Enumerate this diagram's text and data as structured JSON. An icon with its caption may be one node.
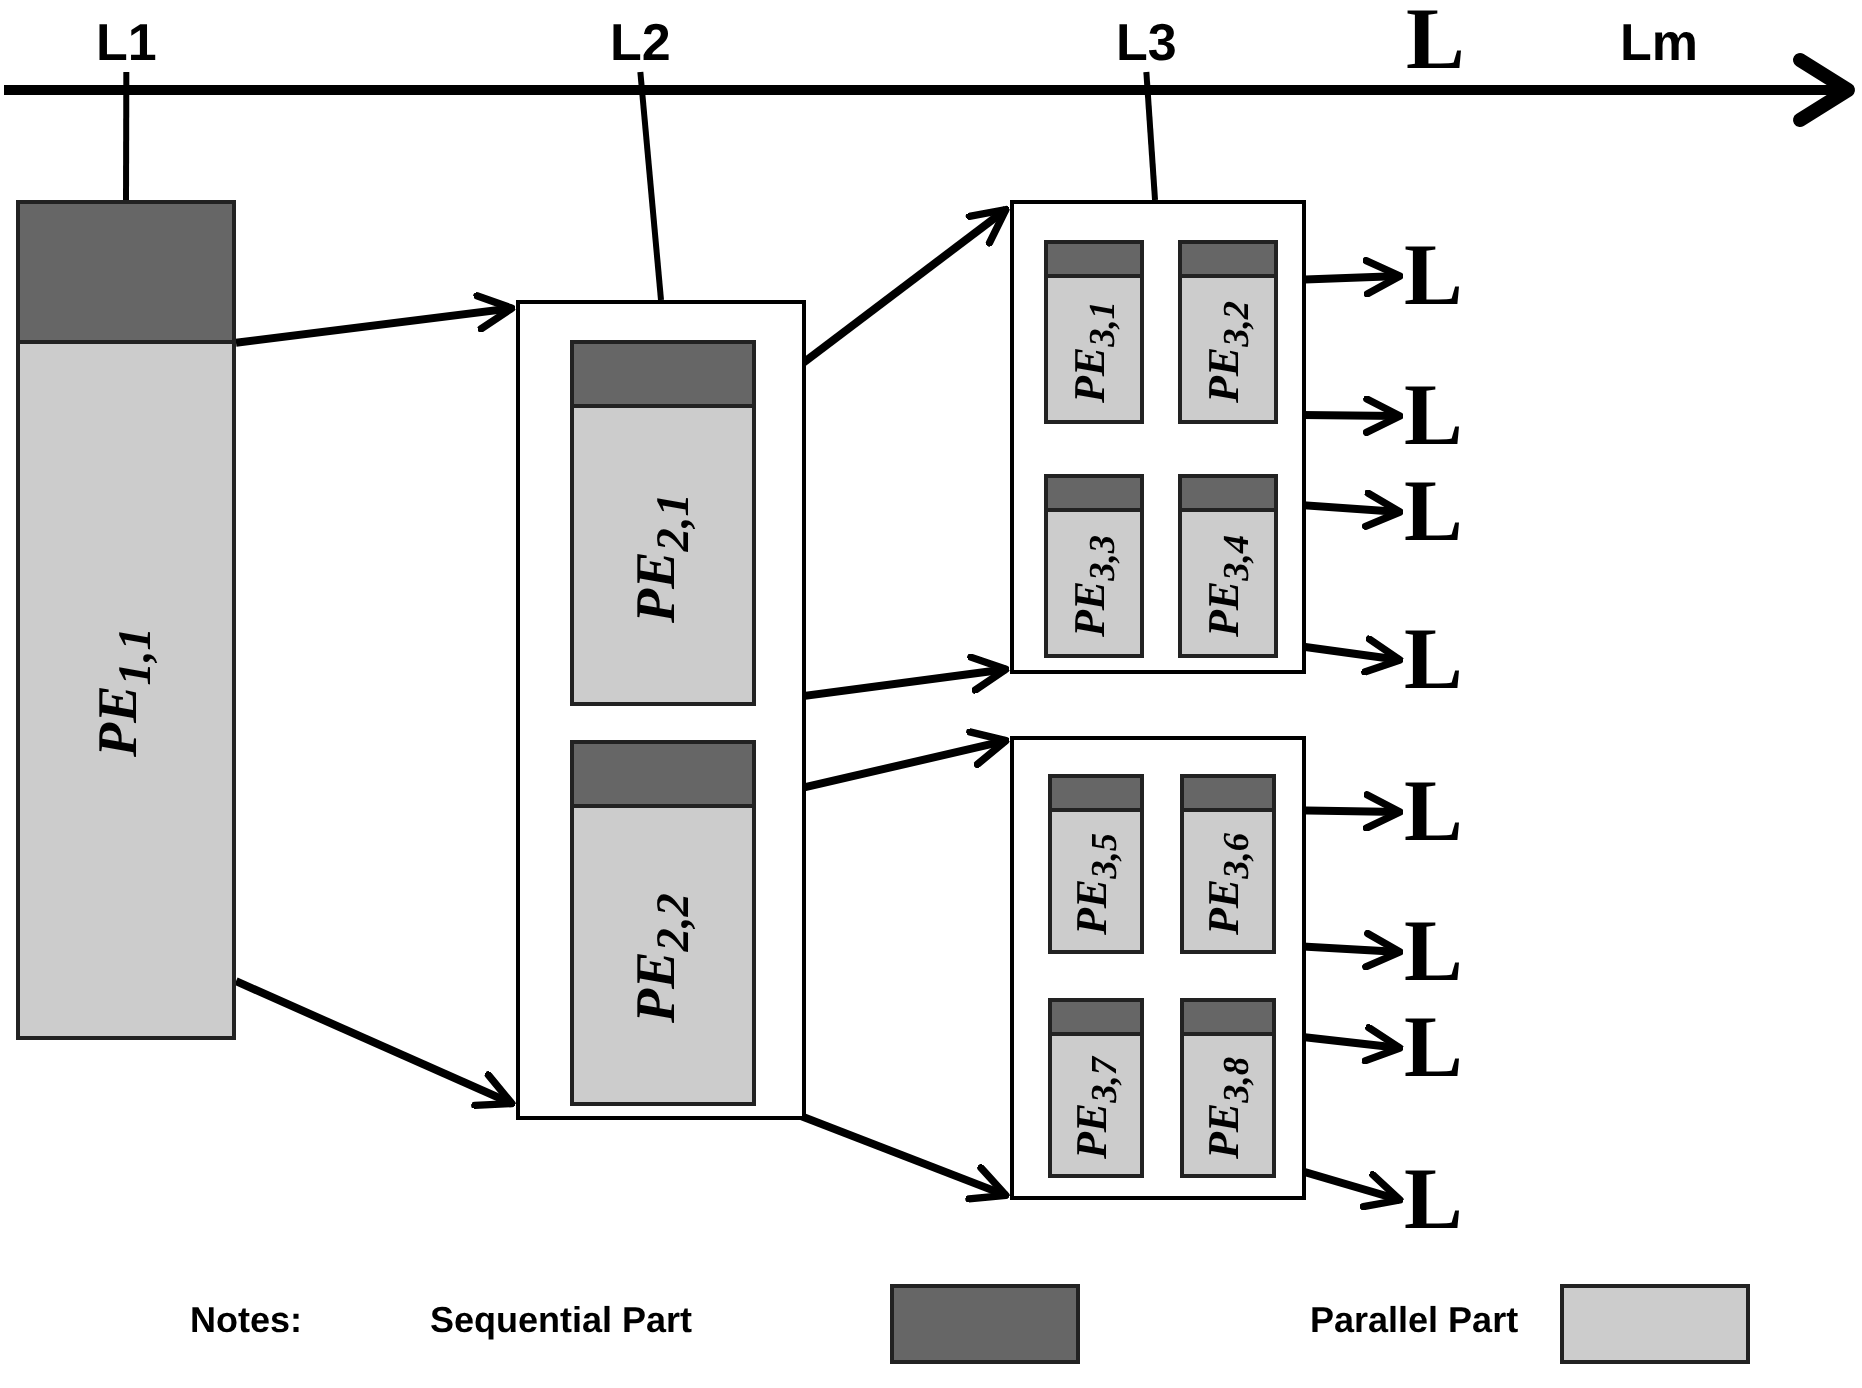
{
  "diagram": {
    "nodes": [
      {
        "text": [
          "L1"
        ]
      },
      {
        "text": [
          "L2"
        ]
      },
      {
        "text": [
          "L3"
        ]
      },
      {
        "text": [
          "PE$_{1,1}$"
        ]
      },
      {
        "text": [],
        "shape": "box"
      },
      {
        "text": [
          "PE$_{2,1}$"
        ],
        "in": 4
      },
      {
        "text": [
          "PE$_{2,2}$"
        ],
        "in": 4
      },
      {
        "text": [],
        "shape": "box"
      },
      {
        "text": [
          "PE$_{3,1}$"
        ],
        "in": 7
      },
      {
        "text": [
          "PE$_{3,2}$"
        ],
        "in": 7
      },
      {
        "text": [
          "PE$_{3,3}$"
        ],
        "in": 7
      },
      {
        "text": [
          "PE$_{3,4}$"
        ],
        "in": 7
      },
      {
        "text": [],
        "shape": "box"
      },
      {
        "text": [
          "PE$_{3,5}$"
        ],
        "in": 12
      },
      {
        "text": [
          "PE$_{3,6}$"
        ],
        "in": 12
      },
      {
        "text": [
          "PE$_{3,7}$"
        ],
        "in": 12
      },
      {
        "text": [
          "PE$_{3,8}$"
        ],
        "in": 12
      },
      {
        "text": [
          "L"
        ]
      },
      {
        "text": [
          "L"
        ]
      },
      {
        "text": [
          "L"
        ]
      },
      {
        "text": [
          "L"
        ]
      },
      {
        "text": [
          "L"
        ]
      },
      {
        "text": [
          "L"
        ]
      },
      {
        "text": [
          "L"
        ]
      },
      {
        "text": [
          "L"
        ]
      }
    ],
    "edges": [
      {
        "from": 0,
        "to": 3,
        "arrow": "none"
      },
      {
        "from": 1,
        "to": 4,
        "arrow": "none"
      },
      {
        "from": 2,
        "to": 7,
        "arrow": "none"
      },
      {
        "from": 3,
        "to": 4,
        "arrow": "to"
      },
      {
        "from": 3,
        "to": 4,
        "arrow": "to"
      },
      {
        "from": 5,
        "to": 7,
        "arrow": "to"
      },
      {
        "from": 5,
        "to": 7,
        "arrow": "to"
      },
      {
        "from": 6,
        "to": 12,
        "arrow": "to"
      },
      {
        "from": 6,
        "to": 12,
        "arrow": "to"
      },
      {
        "from": 9,
        "to": 17,
        "arrow": "to"
      },
      {
        "from": 9,
        "to": 18,
        "arrow": "to"
      },
      {
        "from": 11,
        "to": 19,
        "arrow": "to"
      },
      {
        "from": 11,
        "to": 20,
        "arrow": "to"
      },
      {
        "from": 14,
        "to": 21,
        "arrow": "to"
      },
      {
        "from": 14,
        "to": 22,
        "arrow": "to"
      },
      {
        "from": 16,
        "to": 23,
        "arrow": "to"
      },
      {
        "from": 16,
        "to": 24,
        "arrow": "to"
      }
    ],
    "labels": [
      "L",
      "Lm",
      "Notes:"
    ],
    "legend": [
      {
        "text": "Sequential Part",
        "color": "#666666"
      },
      {
        "text": "Parallel Part",
        "color": "#cccccc"
      }
    ]
  }
}
